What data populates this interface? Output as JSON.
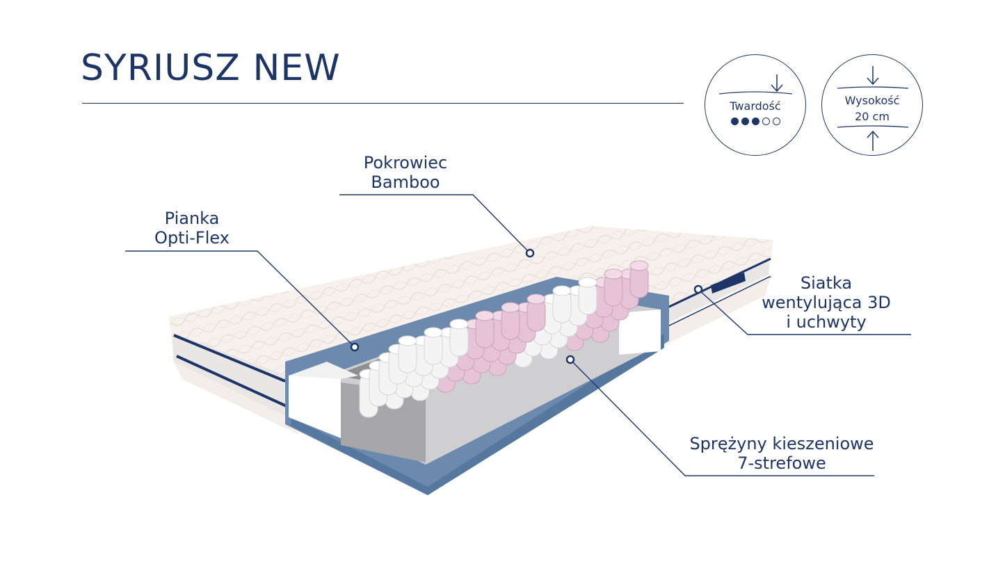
{
  "title": "SYRIUSZ NEW",
  "badges": {
    "hardness": {
      "label": "Twardość",
      "level": 3,
      "max": 5
    },
    "height": {
      "label": "Wysokość",
      "value": "20 cm"
    }
  },
  "callouts": {
    "cover": {
      "line1": "Pokrowiec",
      "line2": "Bamboo"
    },
    "foam": {
      "line1": "Pianka",
      "line2": "Opti-Flex"
    },
    "mesh": {
      "line1": "Siatka",
      "line2": "wentylująca 3D",
      "line3": "i uchwyty"
    },
    "springs": {
      "line1": "Sprężyny kieszeniowe",
      "line2": "7-strefowe"
    }
  },
  "colors": {
    "navy": "#1d3466",
    "foam_blue": "#6b8aae",
    "cover": "#f6f1ec",
    "spring_pink": "#e6c3d6",
    "spring_white": "#f4f4f4"
  }
}
